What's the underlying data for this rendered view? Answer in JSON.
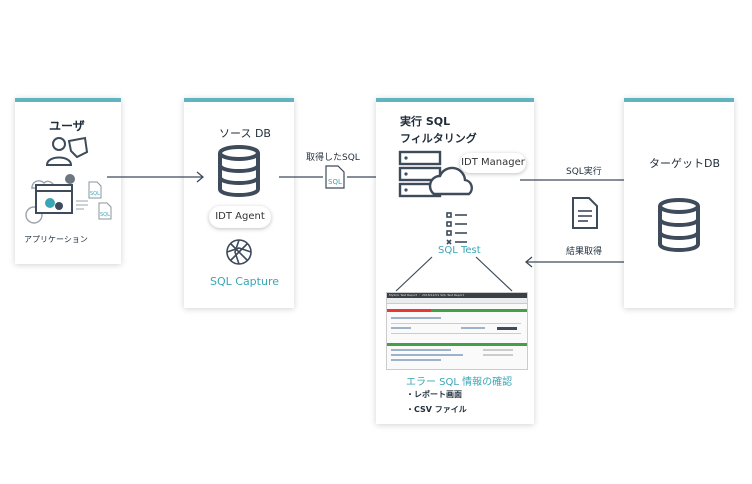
{
  "user": {
    "title": "ユーザ",
    "caption": "アプリケーション",
    "file_label": "SQL"
  },
  "source": {
    "title": "ソース DB",
    "agent": "IDT Agent",
    "capture": "SQL Capture"
  },
  "arrow_source_to_filter": {
    "label": "取得したSQL",
    "file_label": "SQL"
  },
  "filter": {
    "title_line1": "実行 SQL",
    "title_line2": "フィルタリング",
    "manager": "IDT Manager",
    "test": "SQL Test",
    "error_heading": "エラー SQL 情報の確認",
    "bullets": [
      "・レポート画面",
      "・CSV ファイル"
    ],
    "screenshot_header": "MySQL Test Report ・ 2018/12/01 SQL Test Report"
  },
  "target": {
    "title": "ターゲットDB",
    "exec_label": "SQL実行",
    "result_label": "結果取得"
  },
  "colors": {
    "accent": "#5fb4bd",
    "teal_text": "#3aa6b5",
    "icon": "#3d4b5a"
  }
}
